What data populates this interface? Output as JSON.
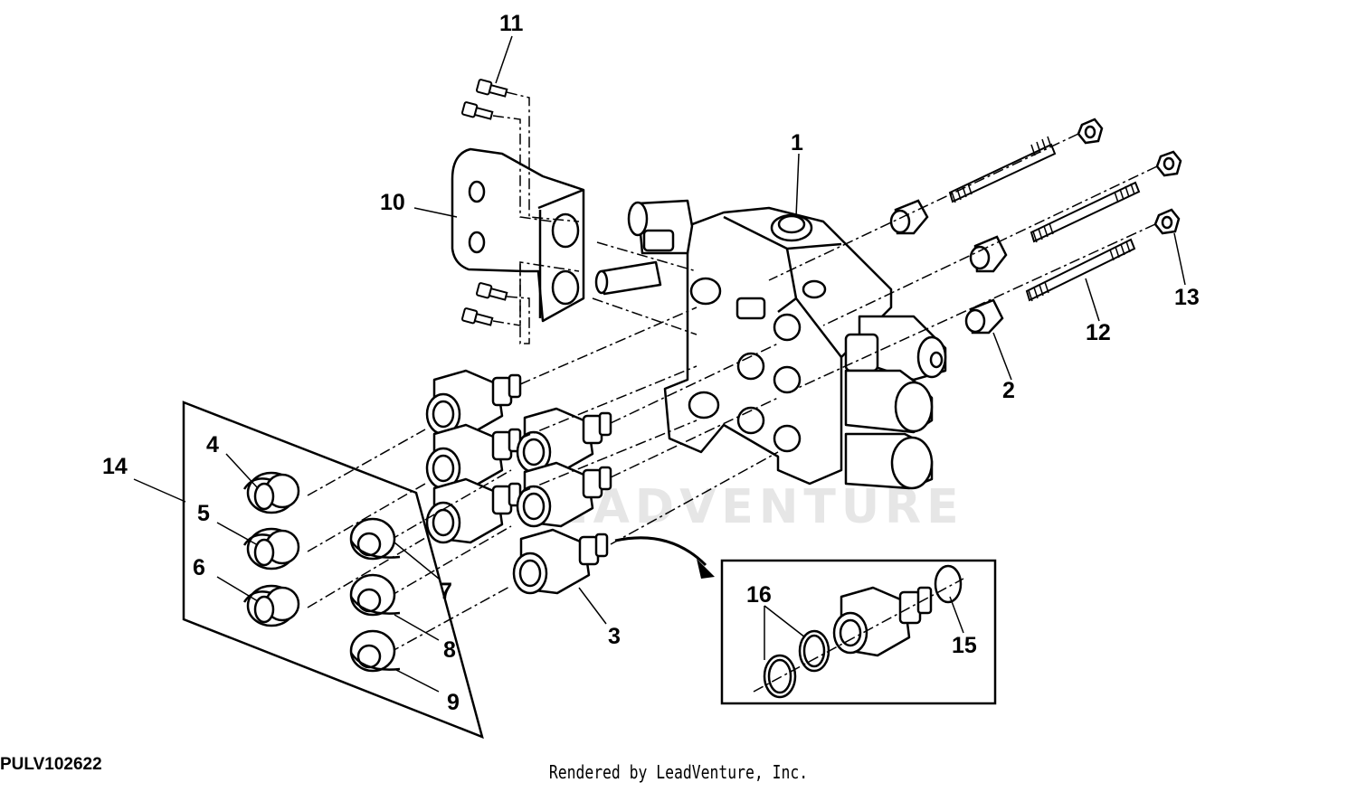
{
  "figure_id": "PULV102622",
  "credit": "Rendered by LeadVenture, Inc.",
  "watermark": "LEADVENTURE",
  "callouts": [
    "1",
    "2",
    "3",
    "4",
    "5",
    "6",
    "7",
    "8",
    "9",
    "10",
    "11",
    "12",
    "13",
    "14",
    "15",
    "16"
  ]
}
